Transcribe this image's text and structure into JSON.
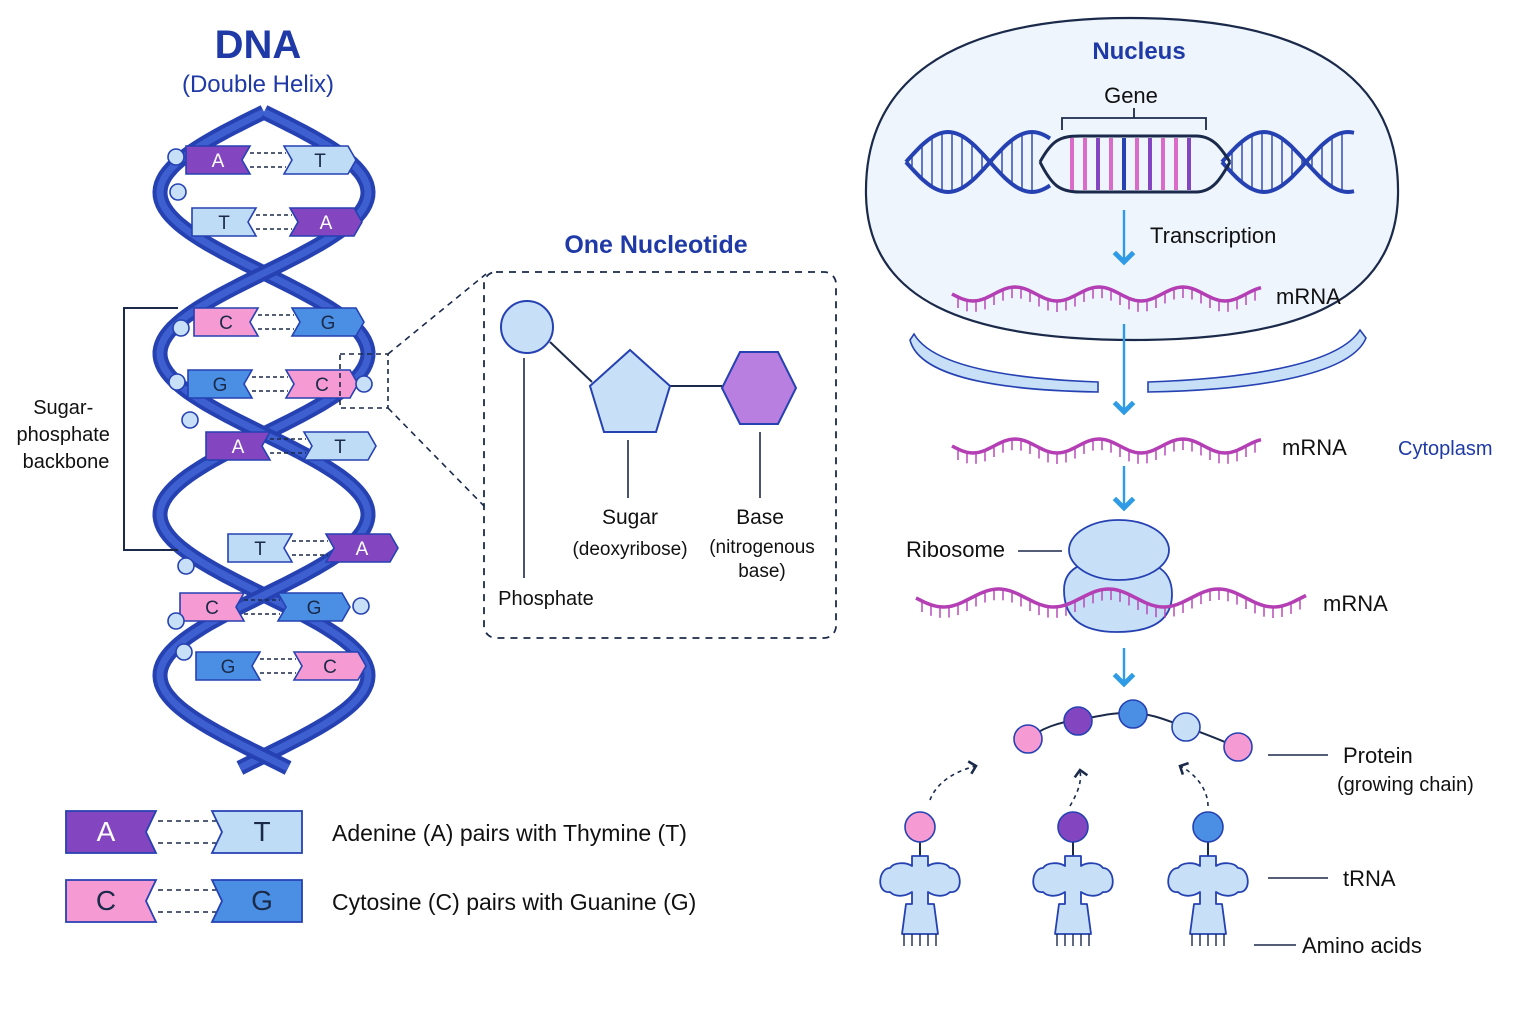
{
  "colors": {
    "strand": "#2541b2",
    "title": "#1f3aa6",
    "adenine": "#8446c0",
    "thymine": "#bfdcf6",
    "cytosine": "#f59ad2",
    "guanine": "#4a8fe4",
    "mrna": "#b43fb4",
    "arrow": "#2f9ae6",
    "light_blue": "#c7e0f7",
    "outline": "#1b2a4a"
  },
  "dna": {
    "title": "DNA",
    "subtitle": "(Double Helix)",
    "backbone_label": [
      "Sugar-",
      "phosphate",
      "backbone"
    ],
    "pairs": [
      {
        "left": "A",
        "right": "T"
      },
      {
        "left": "T",
        "right": "A"
      },
      {
        "left": "C",
        "right": "G"
      },
      {
        "left": "G",
        "right": "C"
      },
      {
        "left": "A",
        "right": "T"
      },
      {
        "left": "T",
        "right": "A"
      },
      {
        "left": "C",
        "right": "G"
      },
      {
        "left": "G",
        "right": "C"
      }
    ]
  },
  "nucleotide": {
    "title": "One Nucleotide",
    "phosphate": "Phosphate",
    "sugar": "Sugar",
    "sugar_detail": "(deoxyribose)",
    "base": "Base",
    "base_detail_1": "(nitrogenous",
    "base_detail_2": "base)"
  },
  "legend": [
    {
      "left": "A",
      "right": "T",
      "text": "Adenine (A) pairs with Thymine (T)"
    },
    {
      "left": "C",
      "right": "G",
      "text": "Cytosine (C) pairs with Guanine (G)"
    }
  ],
  "synthesis": {
    "nucleus": "Nucleus",
    "gene": "Gene",
    "transcription": "Transcription",
    "mrna_1": "mRNA",
    "mrna_2": "mRNA",
    "cytoplasm": "Cytoplasm",
    "ribosome": "Ribosome",
    "mrna_3": "mRNA",
    "protein": "Protein",
    "protein_detail": "(growing chain)",
    "trna": "tRNA",
    "amino_acids": "Amino acids"
  }
}
